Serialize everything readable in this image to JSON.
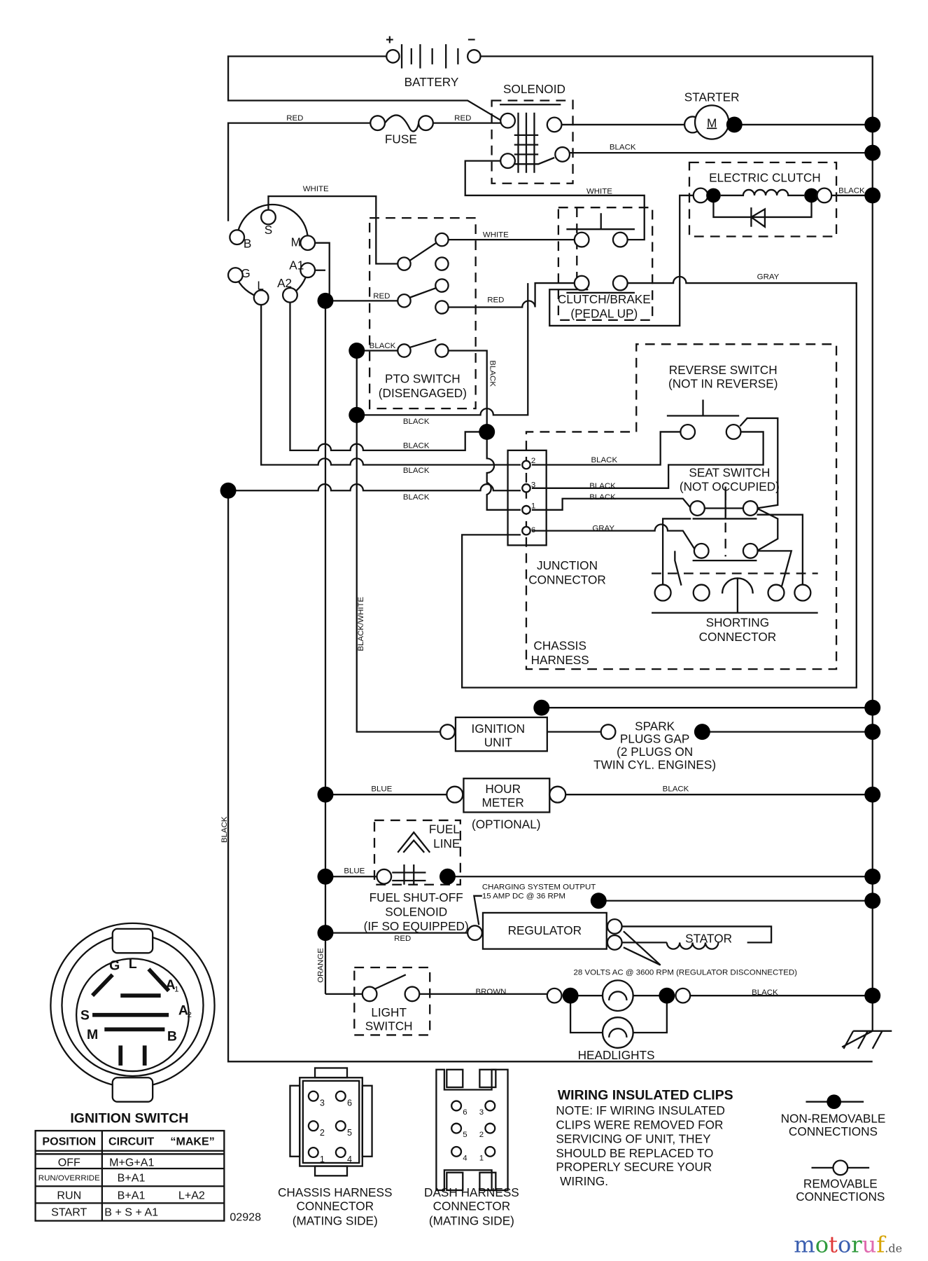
{
  "components": {
    "battery": "BATTERY",
    "plus": "+",
    "minus": "−",
    "solenoid": "SOLENOID",
    "fuse": "FUSE",
    "starter": "STARTER",
    "motor": "M",
    "electric_clutch": "ELECTRIC CLUTCH",
    "clutch_brake": [
      "CLUTCH/BRAKE",
      "(PEDAL UP)"
    ],
    "pto_switch": [
      "PTO SWITCH",
      "(DISENGAGED)"
    ],
    "reverse_switch": [
      "REVERSE SWITCH",
      "(NOT IN REVERSE)"
    ],
    "seat_switch": [
      "SEAT SWITCH",
      "(NOT OCCUPIED)"
    ],
    "junction_connector": [
      "JUNCTION",
      "CONNECTOR"
    ],
    "junction_pins": [
      "2",
      "3",
      "1",
      "6"
    ],
    "shorting_connector": [
      "SHORTING",
      "CONNECTOR"
    ],
    "chassis_harness": [
      "CHASSIS",
      "HARNESS"
    ],
    "ignition_unit": [
      "IGNITION",
      "UNIT"
    ],
    "spark_plugs": [
      "SPARK",
      "PLUGS GAP",
      "(2 PLUGS ON",
      "TWIN CYL. ENGINES)"
    ],
    "hour_meter": [
      "HOUR",
      "METER"
    ],
    "optional": "(OPTIONAL)",
    "fuel_line": [
      "FUEL",
      "LINE"
    ],
    "fuel_solenoid": [
      "FUEL SHUT-OFF",
      "SOLENOID",
      "(IF SO EQUIPPED)"
    ],
    "charging_output": [
      "CHARGING SYSTEM OUTPUT",
      "15 AMP DC @ 36 RPM"
    ],
    "regulator": "REGULATOR",
    "stator": "STATOR",
    "stator_note": "28 VOLTS AC @ 3600 RPM (REGULATOR DISCONNECTED)",
    "light_switch": [
      "LIGHT",
      "SWITCH"
    ],
    "headlights": "HEADLIGHTS",
    "ign_terminals": {
      "B": "B",
      "S": "S",
      "M": "M",
      "A1": "A1",
      "A2": "A2",
      "L": "L",
      "G": "G"
    }
  },
  "wire_labels": {
    "red1": "RED",
    "red2": "RED",
    "red3": "RED",
    "red4": "RED",
    "red5": "RED",
    "white1": "WHITE",
    "white2": "WHITE",
    "white3": "WHITE",
    "black_starter": "BLACK",
    "black_clutch": "BLACK",
    "black_pto": "BLACK",
    "black_pto_v": "BLACK",
    "black_a": "BLACK",
    "black_b": "BLACK",
    "black_c": "BLACK",
    "black_d": "BLACK",
    "black_j2": "BLACK",
    "black_j3": "BLACK",
    "black_j1": "BLACK",
    "gray1": "GRAY",
    "gray2": "GRAY",
    "black_white": "BLACK/WHITE",
    "black_left": "BLACK",
    "blue1": "BLUE",
    "blue2": "BLUE",
    "black_hour": "BLACK",
    "orange": "ORANGE",
    "brown": "BROWN",
    "black_lights": "BLACK"
  },
  "ignition_switch": {
    "title": "IGNITION SWITCH",
    "face_labels": {
      "G": "G",
      "L": "L",
      "A1": "A",
      "A1sub": "1",
      "S": "S",
      "A2": "A",
      "A2sub": "2",
      "M": "M",
      "B": "B"
    },
    "table": {
      "headers": [
        "POSITION",
        "CIRCUIT",
        "“MAKE”"
      ],
      "rows": [
        [
          "OFF",
          "M+G+A1",
          ""
        ],
        [
          "RUN/OVERRIDE",
          "B+A1",
          ""
        ],
        [
          "RUN",
          "B+A1",
          "L+A2"
        ],
        [
          "START",
          "B + S + A1",
          ""
        ]
      ]
    }
  },
  "drawing_number": "02928",
  "connectors": {
    "chassis": {
      "label": [
        "CHASSIS HARNESS",
        "CONNECTOR",
        "(MATING SIDE)"
      ],
      "pins": [
        "3",
        "6",
        "2",
        "5",
        "1",
        "4"
      ]
    },
    "dash": {
      "label": [
        "DASH HARNESS",
        "CONNECTOR",
        "(MATING SIDE)"
      ],
      "pins": [
        "6",
        "3",
        "5",
        "2",
        "4",
        "1"
      ]
    }
  },
  "note": {
    "title": "WIRING INSULATED CLIPS",
    "lines": [
      "NOTE: IF WIRING INSULATED",
      "CLIPS WERE REMOVED FOR",
      "SERVICING OF UNIT, THEY",
      "SHOULD BE REPLACED TO",
      "PROPERLY SECURE YOUR",
      "WIRING."
    ]
  },
  "legend": {
    "non_removable": [
      "NON-REMOVABLE",
      "CONNECTIONS"
    ],
    "removable": [
      "REMOVABLE",
      "CONNECTIONS"
    ]
  },
  "watermark": {
    "name": "motoruf",
    "tld": ".de",
    "colors": [
      "#3b5fb0",
      "#2f9a3c",
      "#e03a3a",
      "#d6a300",
      "#e06bb0"
    ]
  }
}
